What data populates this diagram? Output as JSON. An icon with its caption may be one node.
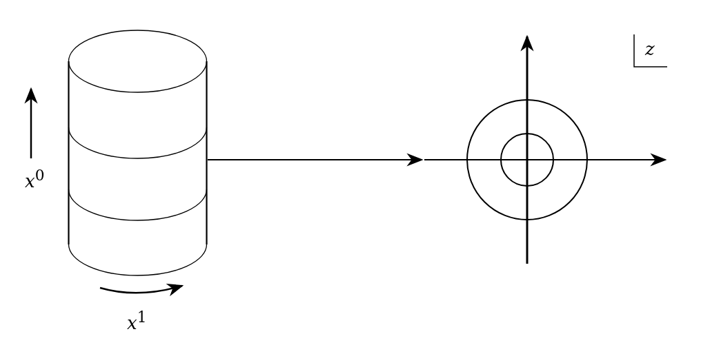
{
  "diagram": {
    "nodes": [
      {
        "text": [],
        "shape": "cylinder"
      },
      {
        "text": [],
        "shape": "circle"
      }
    ],
    "edges": [
      {
        "from": 0,
        "to": 1,
        "arrow": "to"
      }
    ],
    "labels": [
      "*x*$^{0}$",
      "*x*$^{1}$",
      "z"
    ]
  }
}
